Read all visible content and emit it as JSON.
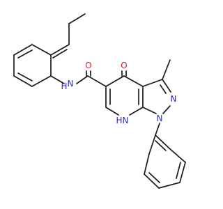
{
  "diagram": {
    "colors": {
      "bond": "#1a1a1a",
      "carbon_label": "#1a1a1a",
      "nitrogen": "#2b2bd6",
      "oxygen": "#e01919"
    },
    "atom_labels": {
      "amide_oxygen": "O",
      "ketone_oxygen": "O",
      "amide_nitrogen": "N",
      "amide_nitrogen_h": "H",
      "pyrazole_n2": "N",
      "pyrazole_n1": "N",
      "ring_nh_h": "H",
      "ring_nh_n": "N"
    }
  }
}
